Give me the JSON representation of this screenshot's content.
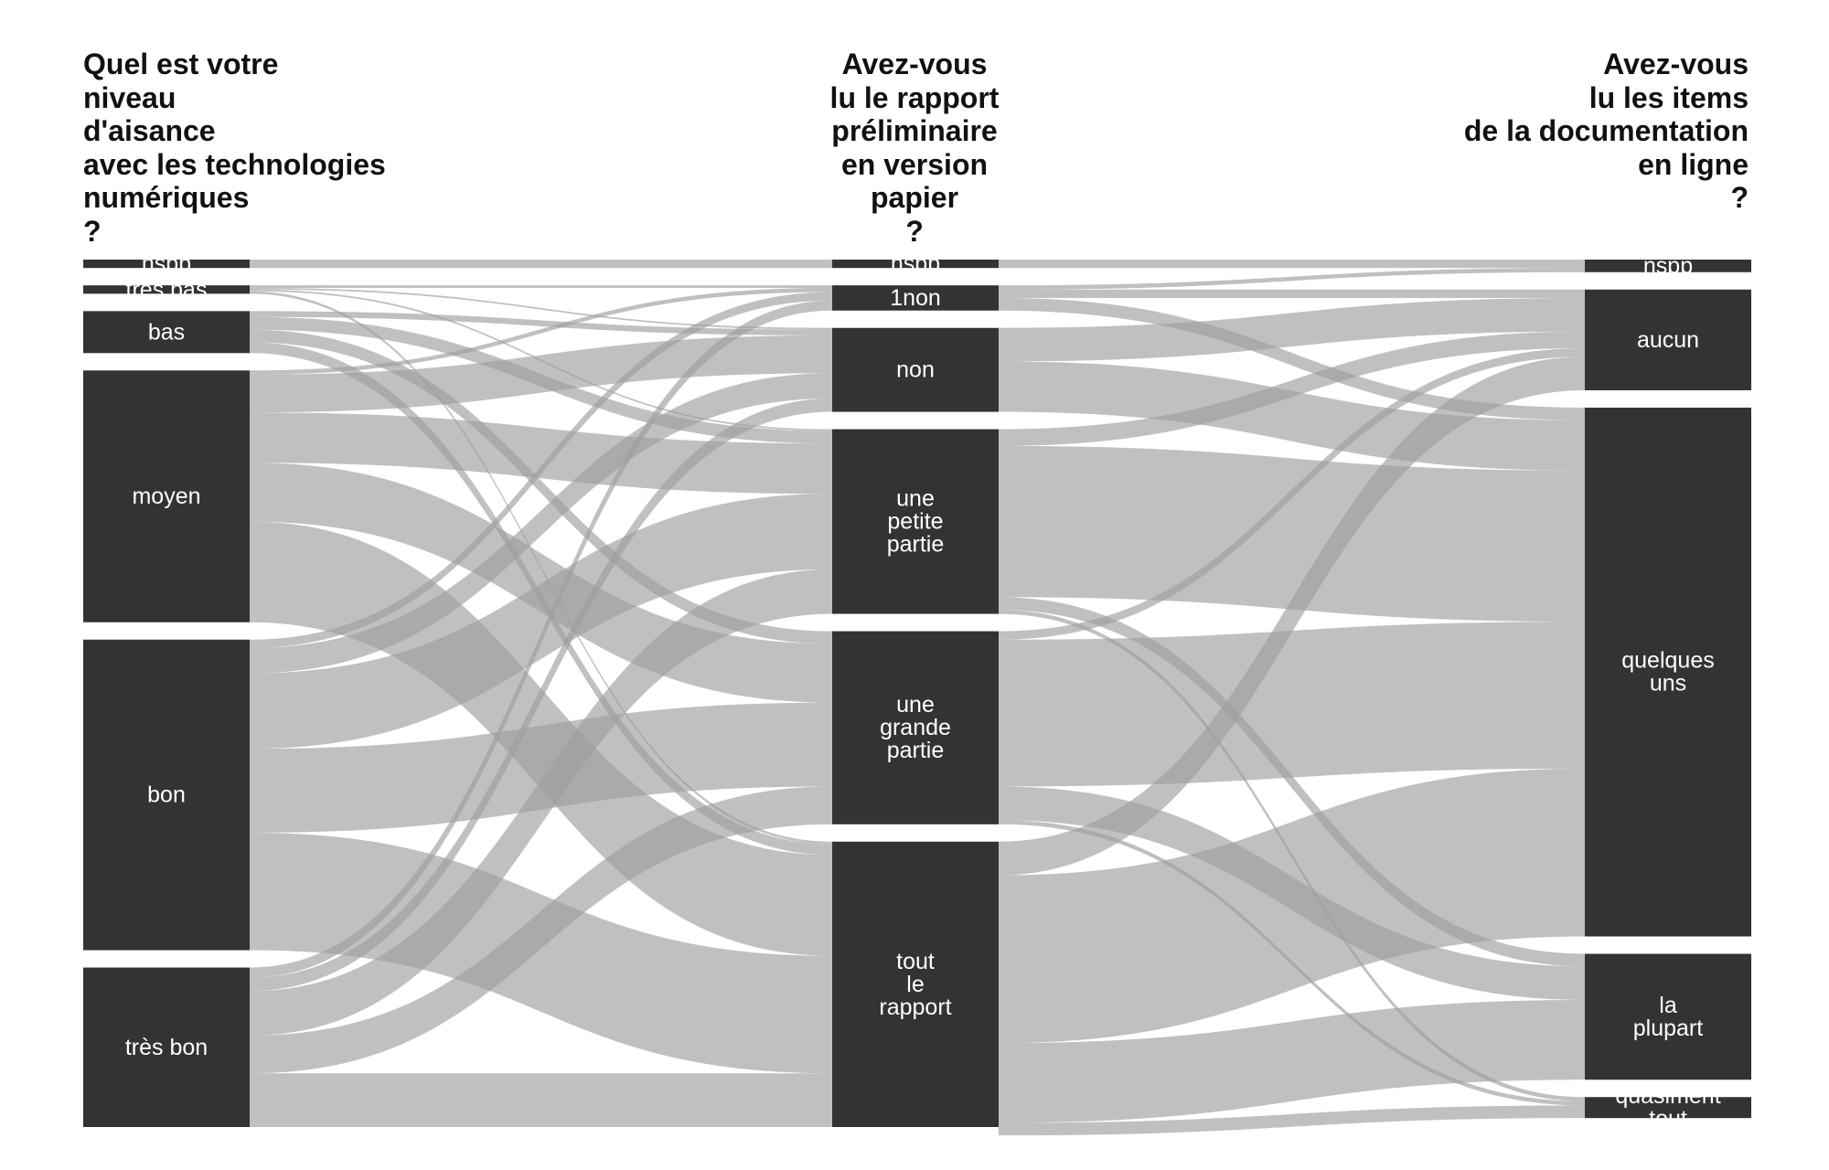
{
  "columns": [
    {
      "title": "Quel est votre\nniveau\nd'aisance\navec les technologies\nnumériques\n?",
      "nodes": [
        {
          "id": "a-nspp",
          "lines": [
            "nspp"
          ],
          "value": 1
        },
        {
          "id": "a-tresbas",
          "lines": [
            "très bas"
          ],
          "value": 1
        },
        {
          "id": "a-bas",
          "lines": [
            "bas"
          ],
          "value": 5
        },
        {
          "id": "a-moyen",
          "lines": [
            "moyen"
          ],
          "value": 30
        },
        {
          "id": "a-bon",
          "lines": [
            "bon"
          ],
          "value": 37
        },
        {
          "id": "a-tresbon",
          "lines": [
            "très bon"
          ],
          "value": 19
        }
      ]
    },
    {
      "title": "Avez-vous\nlu le rapport\npréliminaire\nen version\npapier\n?",
      "nodes": [
        {
          "id": "b-nspp",
          "lines": [
            "nspp"
          ],
          "value": 1
        },
        {
          "id": "b-1non",
          "lines": [
            "1non"
          ],
          "value": 3
        },
        {
          "id": "b-non",
          "lines": [
            "non"
          ],
          "value": 10
        },
        {
          "id": "b-petite",
          "lines": [
            "une",
            "petite",
            "partie"
          ],
          "value": 22
        },
        {
          "id": "b-grande",
          "lines": [
            "une",
            "grande",
            "partie"
          ],
          "value": 23
        },
        {
          "id": "b-tout",
          "lines": [
            "tout",
            "le",
            "rapport"
          ],
          "value": 34
        }
      ]
    },
    {
      "title": "Avez-vous\nlu les items\nde la documentation\nen ligne\n?",
      "nodes": [
        {
          "id": "c-nspp",
          "lines": [
            "nspp"
          ],
          "value": 1.5
        },
        {
          "id": "c-aucun",
          "lines": [
            "aucun"
          ],
          "value": 12
        },
        {
          "id": "c-quelques",
          "lines": [
            "quelques",
            "uns"
          ],
          "value": 63
        },
        {
          "id": "c-plupart",
          "lines": [
            "la",
            "plupart"
          ],
          "value": 15
        },
        {
          "id": "c-quasiment",
          "lines": [
            "quasiment",
            "tout"
          ],
          "value": 2.5
        }
      ]
    }
  ],
  "links": [
    {
      "source": "a-nspp",
      "target": "b-nspp",
      "value": 1
    },
    {
      "source": "a-tresbas",
      "target": "b-1non",
      "value": 0.3
    },
    {
      "source": "a-tresbas",
      "target": "b-non",
      "value": 0.2
    },
    {
      "source": "a-tresbas",
      "target": "b-petite",
      "value": 0.2
    },
    {
      "source": "a-tresbas",
      "target": "b-tout",
      "value": 0.3
    },
    {
      "source": "a-bas",
      "target": "b-non",
      "value": 0.7
    },
    {
      "source": "a-bas",
      "target": "b-petite",
      "value": 1.5
    },
    {
      "source": "a-bas",
      "target": "b-grande",
      "value": 1.5
    },
    {
      "source": "a-bas",
      "target": "b-tout",
      "value": 1.3
    },
    {
      "source": "a-moyen",
      "target": "b-1non",
      "value": 0.5
    },
    {
      "source": "a-moyen",
      "target": "b-non",
      "value": 4.5
    },
    {
      "source": "a-moyen",
      "target": "b-petite",
      "value": 6
    },
    {
      "source": "a-moyen",
      "target": "b-grande",
      "value": 7
    },
    {
      "source": "a-moyen",
      "target": "b-tout",
      "value": 12
    },
    {
      "source": "a-bon",
      "target": "b-1non",
      "value": 1
    },
    {
      "source": "a-bon",
      "target": "b-non",
      "value": 3
    },
    {
      "source": "a-bon",
      "target": "b-petite",
      "value": 9
    },
    {
      "source": "a-bon",
      "target": "b-grande",
      "value": 10
    },
    {
      "source": "a-bon",
      "target": "b-tout",
      "value": 14
    },
    {
      "source": "a-tresbon",
      "target": "b-1non",
      "value": 1.2
    },
    {
      "source": "a-tresbon",
      "target": "b-non",
      "value": 1.6
    },
    {
      "source": "a-tresbon",
      "target": "b-petite",
      "value": 5.3
    },
    {
      "source": "a-tresbon",
      "target": "b-grande",
      "value": 4.5
    },
    {
      "source": "a-tresbon",
      "target": "b-tout",
      "value": 6.4
    },
    {
      "source": "b-nspp",
      "target": "c-nspp",
      "value": 1
    },
    {
      "source": "b-1non",
      "target": "c-nspp",
      "value": 0.5
    },
    {
      "source": "b-1non",
      "target": "c-aucun",
      "value": 1
    },
    {
      "source": "b-1non",
      "target": "c-quelques",
      "value": 1.5
    },
    {
      "source": "b-non",
      "target": "c-aucun",
      "value": 4
    },
    {
      "source": "b-non",
      "target": "c-quelques",
      "value": 6
    },
    {
      "source": "b-petite",
      "target": "c-aucun",
      "value": 2
    },
    {
      "source": "b-petite",
      "target": "c-quelques",
      "value": 18
    },
    {
      "source": "b-petite",
      "target": "c-plupart",
      "value": 1.5
    },
    {
      "source": "b-petite",
      "target": "c-quasiment",
      "value": 0.5
    },
    {
      "source": "b-grande",
      "target": "c-aucun",
      "value": 1
    },
    {
      "source": "b-grande",
      "target": "c-quelques",
      "value": 17.5
    },
    {
      "source": "b-grande",
      "target": "c-plupart",
      "value": 4
    },
    {
      "source": "b-grande",
      "target": "c-quasiment",
      "value": 0.5
    },
    {
      "source": "b-tout",
      "target": "c-aucun",
      "value": 4
    },
    {
      "source": "b-tout",
      "target": "c-quelques",
      "value": 20
    },
    {
      "source": "b-tout",
      "target": "c-plupart",
      "value": 9.5
    },
    {
      "source": "b-tout",
      "target": "c-quasiment",
      "value": 1.5
    }
  ]
}
